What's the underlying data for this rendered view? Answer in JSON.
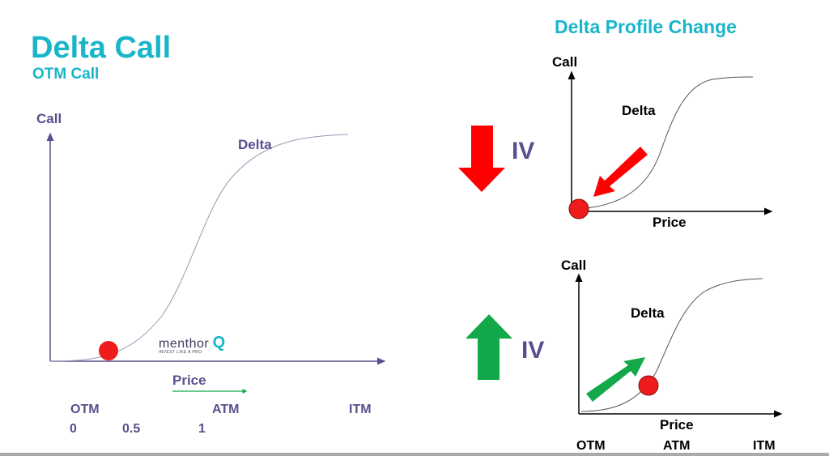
{
  "left": {
    "title": "Delta Call",
    "subtitle": "OTM Call",
    "y_label": "Call",
    "curve_label": "Delta",
    "x_label": "Price",
    "moneyness": [
      "OTM",
      "ATM",
      "ITM"
    ],
    "delta_values": [
      "0",
      "0.5",
      "1"
    ],
    "logo": {
      "text": "menthor",
      "tagline": "INVEST LIKE A PRO",
      "mark": "Q"
    }
  },
  "right": {
    "title": "Delta Profile Change",
    "top_panel": {
      "y_label": "Call",
      "curve_label": "Delta",
      "x_label": "Price",
      "iv_label": "IV",
      "iv_direction": "down"
    },
    "bottom_panel": {
      "y_label": "Call",
      "curve_label": "Delta",
      "x_label": "Price",
      "iv_label": "IV",
      "iv_direction": "up"
    },
    "moneyness": [
      "OTM",
      "ATM",
      "ITM"
    ]
  },
  "colors": {
    "accent": "#19b5c8",
    "marker": "#ee1c1c",
    "down_arrow": "#ff0000",
    "up_arrow": "#13a84a",
    "axis_purple": "#5a4f8e"
  }
}
